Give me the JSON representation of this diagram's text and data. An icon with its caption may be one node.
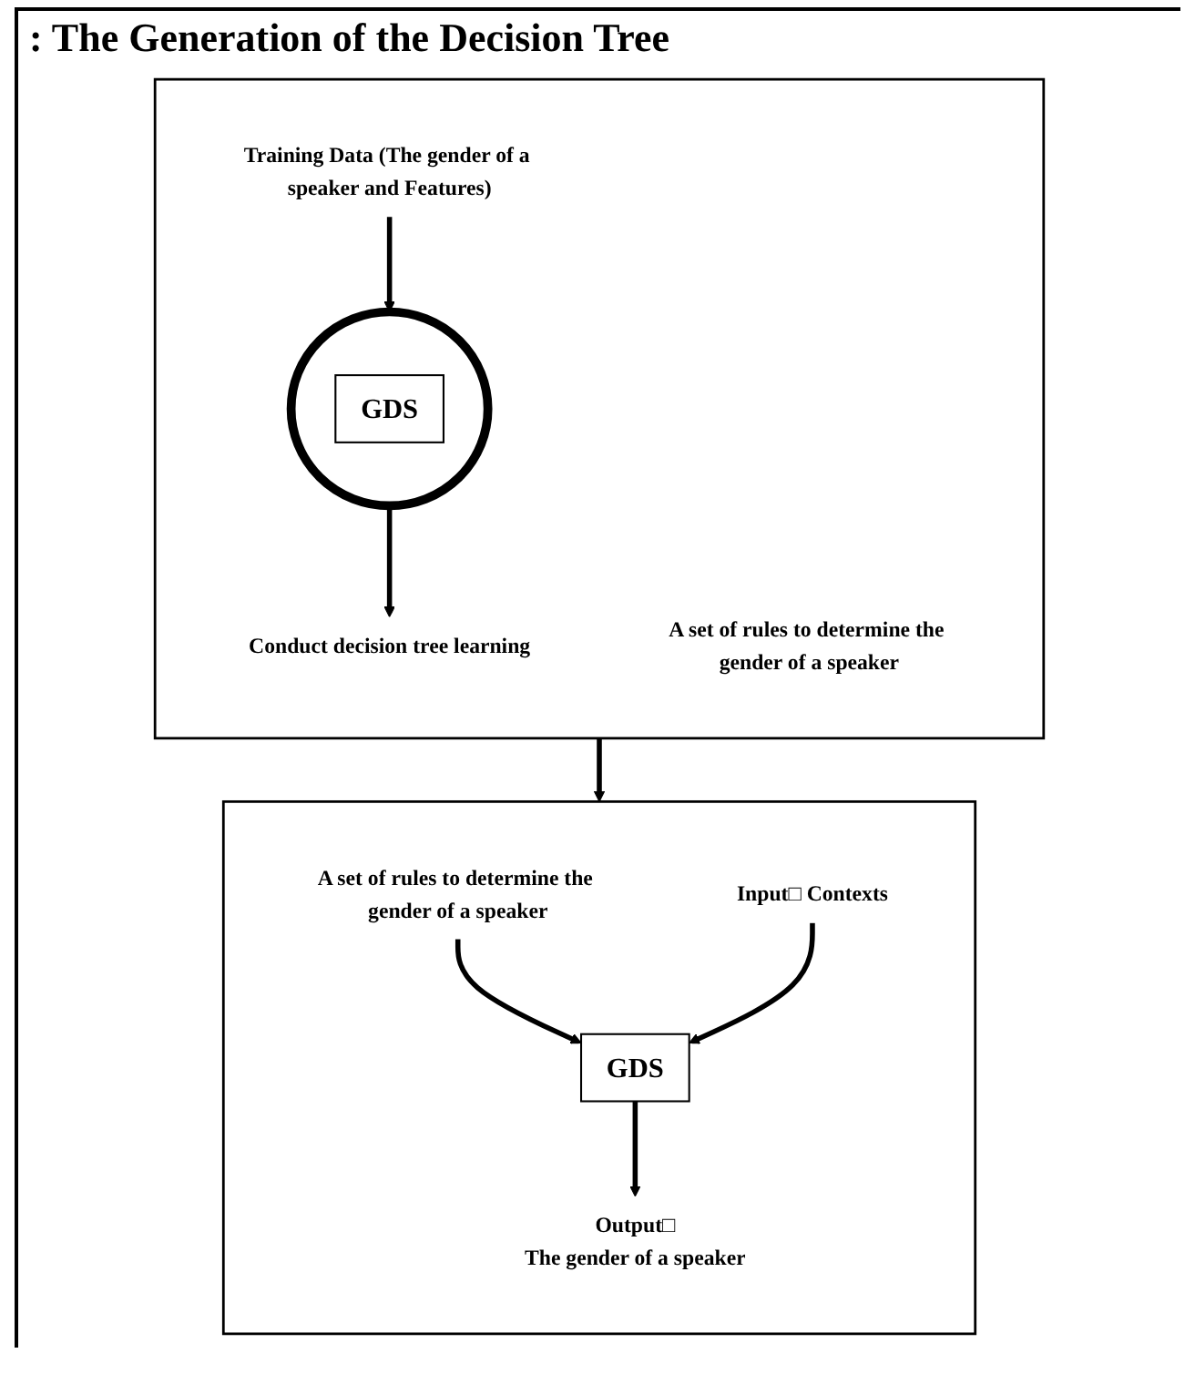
{
  "diagram": {
    "title": ": The Generation of the Decision Tree",
    "nodes": [
      {
        "text": [],
        "shape": "box"
      },
      {
        "text": [
          "Training Data (The gender of a speaker and Features)"
        ],
        "in": 0
      },
      {
        "text": [],
        "shape": "circle",
        "in": 0
      },
      {
        "text": [
          "GDS"
        ],
        "in": 2
      },
      {
        "text": [
          "A set of rules to determine the gender of a speaker"
        ],
        "in": 0
      },
      {
        "text": [
          "Conduct decision tree learning"
        ],
        "in": 0
      },
      {
        "text": [],
        "shape": "box"
      },
      {
        "text": [
          "A set of rules to determine the gender of a speaker"
        ],
        "in": 6
      },
      {
        "text": [
          "Input□ Contexts"
        ],
        "in": 6
      },
      {
        "text": [
          "GDS"
        ],
        "in": 6
      },
      {
        "text": [
          "Output□",
          "The gender of a speaker"
        ],
        "in": 6
      }
    ],
    "edges": [
      {
        "from": 1,
        "to": 2,
        "arrow": "to"
      },
      {
        "from": 2,
        "to": 5,
        "arrow": "to"
      },
      {
        "from": 0,
        "to": 6,
        "arrow": "to"
      },
      {
        "from": 7,
        "to": 9,
        "arrow": "to"
      },
      {
        "from": 8,
        "to": 9,
        "arrow": "to"
      },
      {
        "from": 9,
        "to": 10,
        "arrow": "to"
      }
    ]
  }
}
